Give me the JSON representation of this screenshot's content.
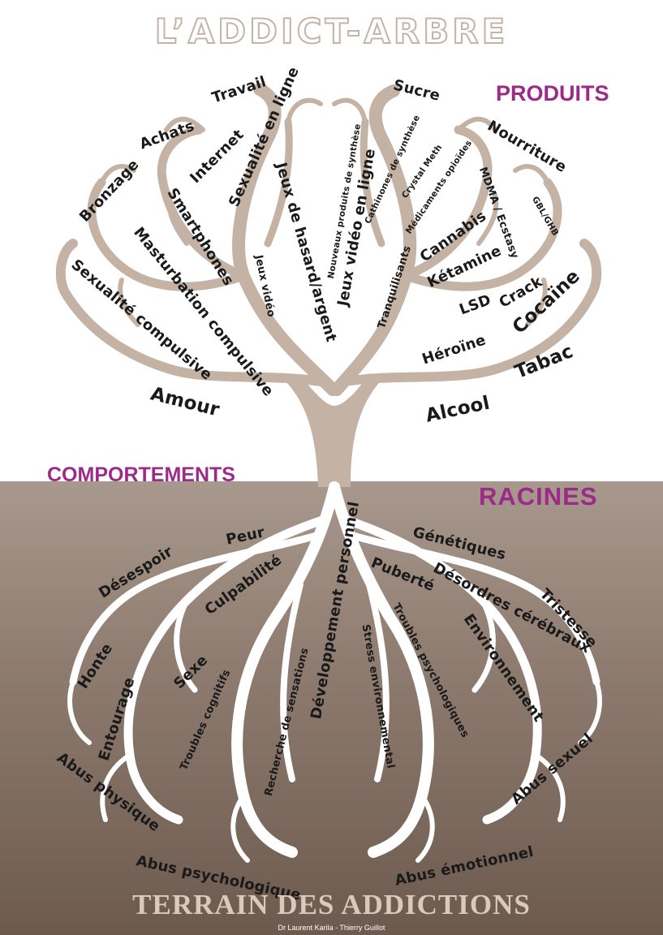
{
  "title": "L’ADDICT-ARBRE",
  "sections": {
    "produits": "PRODUITS",
    "comportements": "COMPORTEMENTS",
    "racines": "RACINES",
    "terrain": "TERRAIN DES ADDICTIONS"
  },
  "credit": "Dr Laurent Karila - Thierry Guillot",
  "colors": {
    "tree": "#c4b3a4",
    "roots": "#ffffff",
    "ground": "#8f7c70",
    "accent": "#9c2a88"
  },
  "comportements": [
    "Travail",
    "Achats",
    "Internet",
    "Sexualité en ligne",
    "Bronzage",
    "Smartphones",
    "Jeux de hasard/argent",
    "Masturbation compulsive",
    "Jeux vidéo",
    "Sexualité compulsive",
    "Amour"
  ],
  "produits": [
    "Sucre",
    "Nourriture",
    "Nouveaux produits de synthèse",
    "Cathinones de synthèse",
    "Crystal Meth",
    "Médicaments opioïdes",
    "MDMA / Ecstasy",
    "GBL/GHB",
    "Cannabis",
    "Kétamine",
    "Jeux vidéo en ligne",
    "Tranquilisants",
    "LSD",
    "Crack",
    "Cocaïne",
    "Héroïne",
    "Tabac",
    "Alcool"
  ],
  "racines": [
    "Peur",
    "Désespoir",
    "Culpabilité",
    "Développement personnel",
    "Génétiques",
    "Puberté",
    "Désordres cérébraux",
    "Tristesse",
    "Environnement",
    "Honte",
    "Entourage",
    "Sexe",
    "Troubles cognitifs",
    "Recherche de sensations",
    "Stress environnemental",
    "Troubles psychologiques",
    "Abus physique",
    "Abus sexuel",
    "Abus psychologique",
    "Abus émotionnel"
  ]
}
